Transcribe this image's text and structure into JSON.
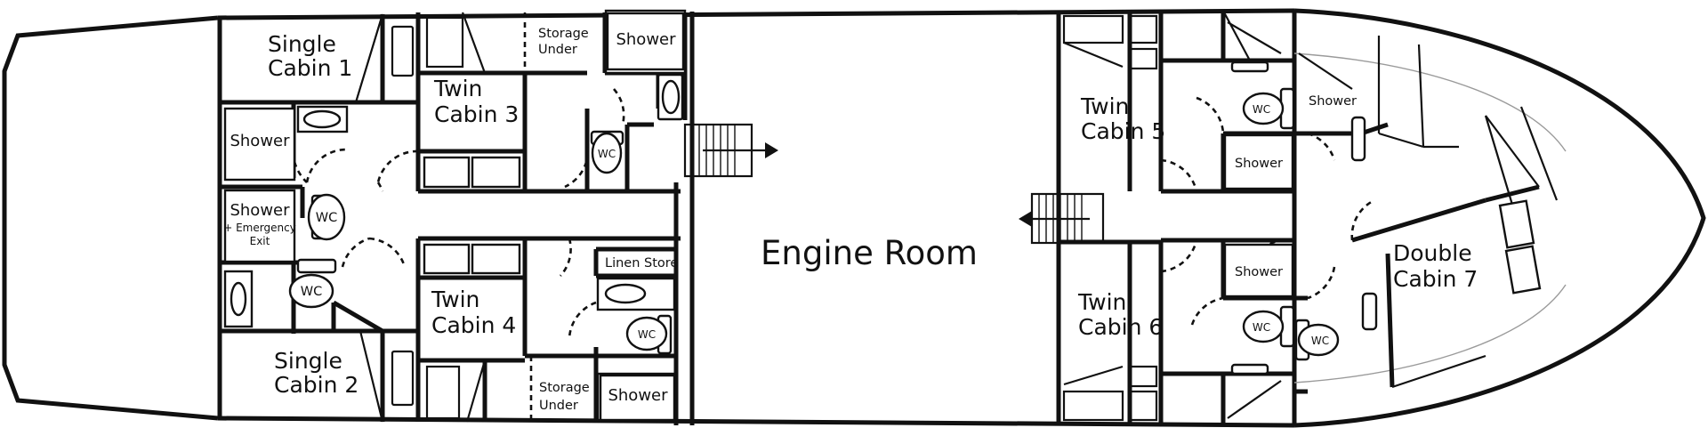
{
  "rooms": {
    "single_cabin_1": [
      "Single",
      "Cabin 1"
    ],
    "single_cabin_2": [
      "Single",
      "Cabin 2"
    ],
    "twin_cabin_3": [
      "Twin",
      "Cabin 3"
    ],
    "twin_cabin_4": [
      "Twin",
      "Cabin 4"
    ],
    "twin_cabin_5": [
      "Twin",
      "Cabin 5"
    ],
    "twin_cabin_6": [
      "Twin",
      "Cabin 6"
    ],
    "double_cabin_7": [
      "Double",
      "Cabin 7"
    ],
    "engine_room": "Engine Room",
    "storage_under_top": [
      "Storage",
      "Under"
    ],
    "storage_under_bottom": [
      "Storage",
      "Under"
    ],
    "linen_store": "Linen Store"
  },
  "fixtures": {
    "shower": "Shower",
    "shower_emergency": [
      "Shower",
      "+ Emergency",
      "Exit"
    ],
    "wc": "WC"
  }
}
